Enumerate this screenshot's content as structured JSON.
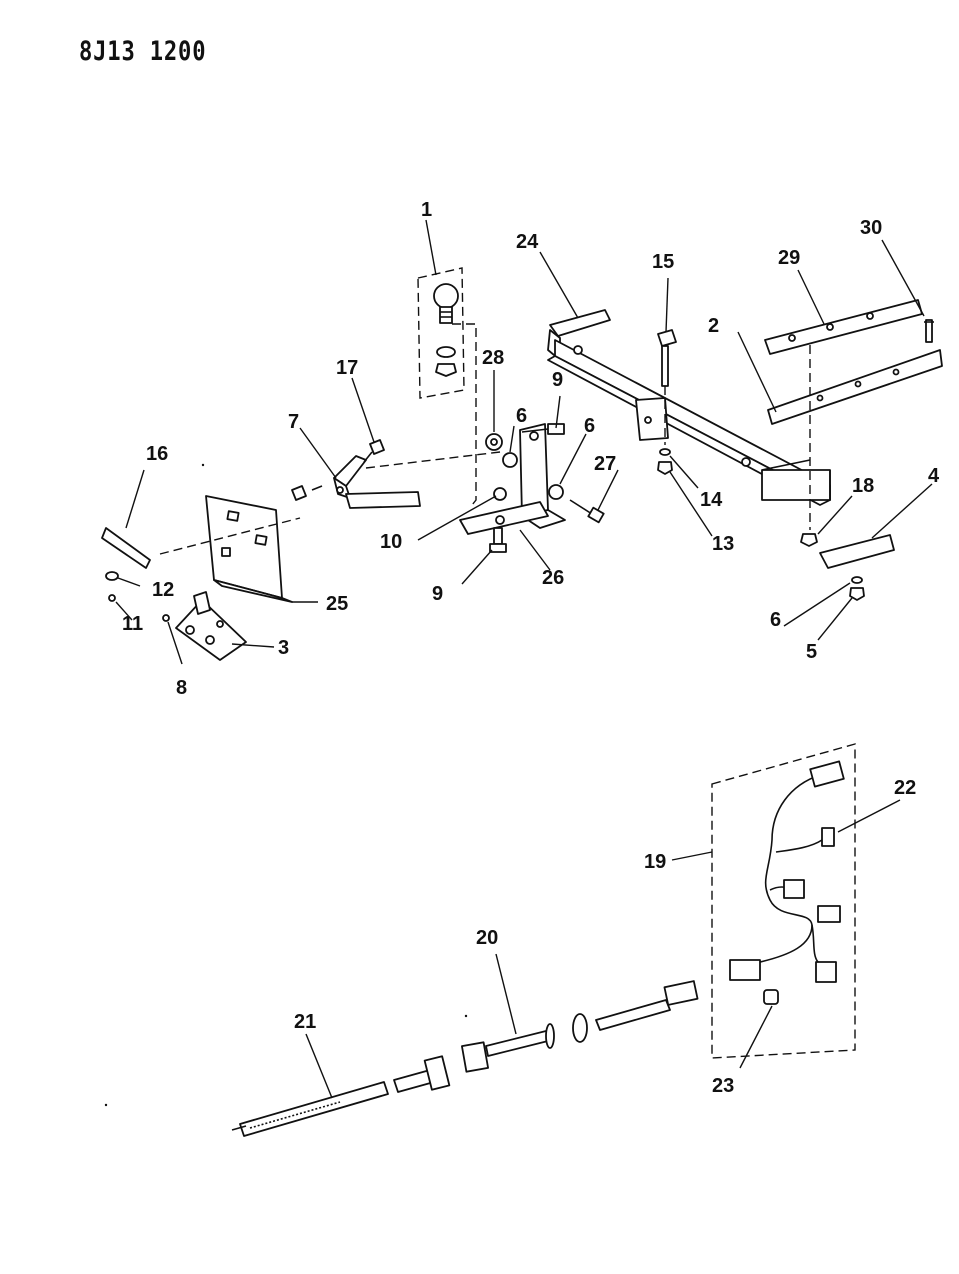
{
  "diagram_code": "8J13 1200",
  "callouts": [
    {
      "id": "c1",
      "label": "1"
    },
    {
      "id": "c2",
      "label": "2"
    },
    {
      "id": "c3",
      "label": "3"
    },
    {
      "id": "c4",
      "label": "4"
    },
    {
      "id": "c5",
      "label": "5"
    },
    {
      "id": "c6a",
      "label": "6"
    },
    {
      "id": "c6b",
      "label": "6"
    },
    {
      "id": "c6c",
      "label": "6"
    },
    {
      "id": "c7",
      "label": "7"
    },
    {
      "id": "c8",
      "label": "8"
    },
    {
      "id": "c9a",
      "label": "9"
    },
    {
      "id": "c9b",
      "label": "9"
    },
    {
      "id": "c10",
      "label": "10"
    },
    {
      "id": "c11",
      "label": "11"
    },
    {
      "id": "c12",
      "label": "12"
    },
    {
      "id": "c13",
      "label": "13"
    },
    {
      "id": "c14",
      "label": "14"
    },
    {
      "id": "c15",
      "label": "15"
    },
    {
      "id": "c16",
      "label": "16"
    },
    {
      "id": "c17",
      "label": "17"
    },
    {
      "id": "c18",
      "label": "18"
    },
    {
      "id": "c19",
      "label": "19"
    },
    {
      "id": "c20",
      "label": "20"
    },
    {
      "id": "c21",
      "label": "21"
    },
    {
      "id": "c22",
      "label": "22"
    },
    {
      "id": "c23",
      "label": "23"
    },
    {
      "id": "c24",
      "label": "24"
    },
    {
      "id": "c25",
      "label": "25"
    },
    {
      "id": "c26",
      "label": "26"
    },
    {
      "id": "c27",
      "label": "27"
    },
    {
      "id": "c28",
      "label": "28"
    },
    {
      "id": "c29",
      "label": "29"
    },
    {
      "id": "c30",
      "label": "30"
    }
  ]
}
